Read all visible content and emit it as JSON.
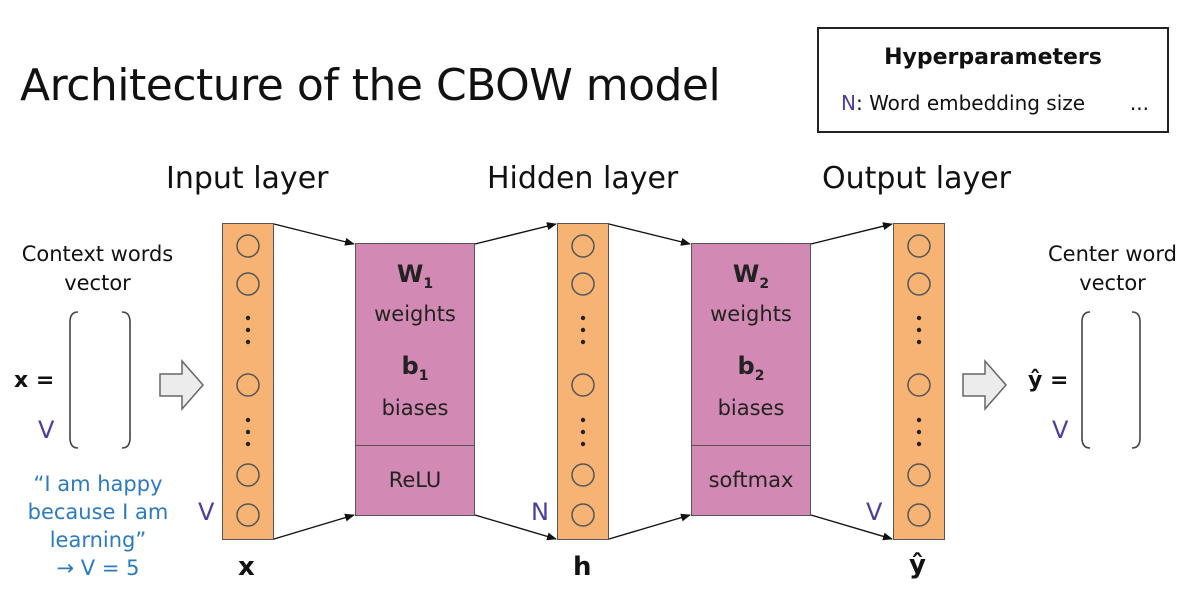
{
  "title": "Architecture of the CBOW model",
  "hyperparameters": {
    "heading": "Hyperparameters",
    "symbol": "N",
    "description": ":  Word embedding size",
    "more": "..."
  },
  "layers": {
    "input": "Input layer",
    "hidden": "Hidden layer",
    "output": "Output layer"
  },
  "context": {
    "line1": "Context words",
    "line2": "vector",
    "x_eq": "x =",
    "v_label": "V"
  },
  "quote": {
    "line1": "“I am happy",
    "line2": "because I am",
    "line3": "learning”",
    "line4": "→ V = 5"
  },
  "block1": {
    "weight": "W",
    "weight_sub": "1",
    "weights_label": "weights",
    "bias": "b",
    "bias_sub": "1",
    "biases_label": "biases",
    "activation": "ReLU"
  },
  "block2": {
    "weight": "W",
    "weight_sub": "2",
    "weights_label": "weights",
    "bias": "b",
    "bias_sub": "2",
    "biases_label": "biases",
    "activation": "softmax"
  },
  "dims": {
    "input": "V",
    "hidden": "N",
    "output": "V"
  },
  "vectors": {
    "input": "x",
    "hidden": "h",
    "output": "ŷ"
  },
  "center": {
    "line1": "Center word",
    "line2": "vector",
    "y_eq": "ŷ =",
    "v_label": "V"
  },
  "colors": {
    "neuron_column": "#f6b373",
    "weight_block": "#d28ab4",
    "quote_text": "#2c7bbf",
    "dimension_text": "#4b3f9b"
  }
}
